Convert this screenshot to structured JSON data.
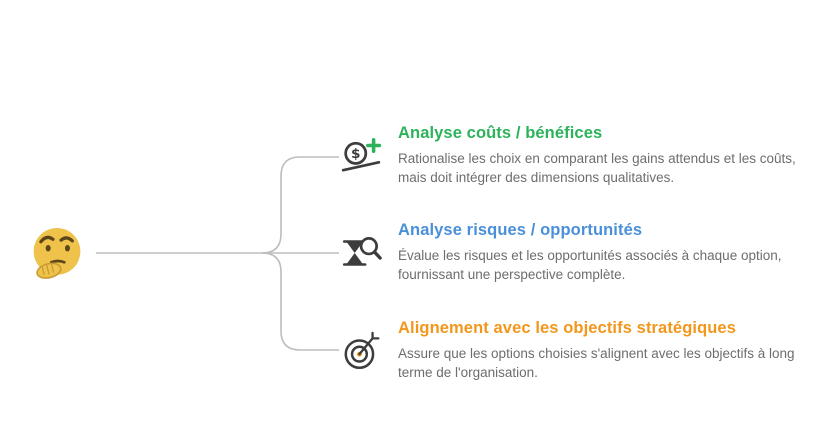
{
  "diagram": {
    "type": "mindmap",
    "root": {
      "node": "thinking-face-emoji"
    },
    "colors": {
      "background": "#ffffff",
      "connector": "#bdbdbd",
      "icon_dark": "#3d3d3d",
      "description_text": "#6d6d6d",
      "emoji_face": "#efc24b",
      "emoji_features": "#5c4617"
    }
  },
  "icon_glyphs": {
    "dollar": "$"
  },
  "branches": [
    {
      "id": "cost-benefit",
      "icon": "money-scale-plus-icon",
      "color": "#2bb25a",
      "title": "Analyse coûts / bénéfices",
      "description": "Rationalise les choix en comparant les gains attendus et les coûts, mais doit intégrer des dimensions qualitatives."
    },
    {
      "id": "risk-opportunity",
      "icon": "risk-magnifier-icon",
      "color": "#4a90d9",
      "title": "Analyse risques / opportunités",
      "description": "Évalue les risques et les opportunités associés à chaque option, fournissant une perspective complète."
    },
    {
      "id": "strategic-alignment",
      "icon": "target-dart-icon",
      "color": "#f2971b",
      "title": "Alignement avec les objectifs stratégiques",
      "description": "Assure que les options choisies s'alignent avec les objectifs à long terme de l'organisation."
    }
  ]
}
